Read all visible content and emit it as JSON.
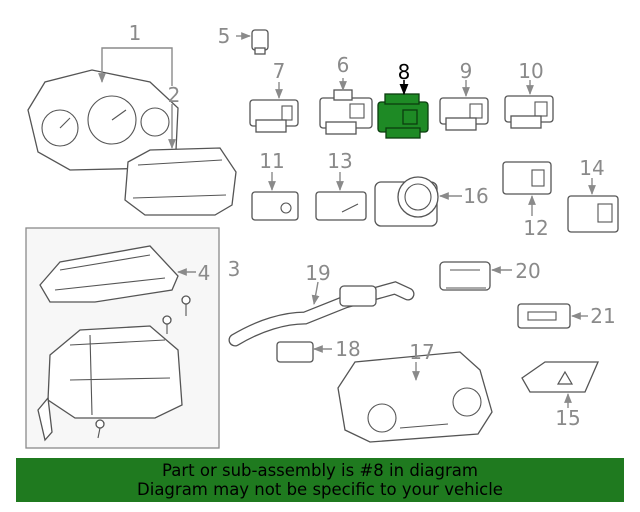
{
  "callouts": [
    "1",
    "2",
    "3",
    "4",
    "5",
    "6",
    "7",
    "8",
    "9",
    "10",
    "11",
    "12",
    "13",
    "14",
    "15",
    "16",
    "17",
    "18",
    "19",
    "20",
    "21"
  ],
  "highlighted_part": "8",
  "colors": {
    "highlight": "#1e8a25",
    "banner": "#1f7a1f",
    "label": "#8a8a8a",
    "label_highlight": "#000000"
  },
  "banner": {
    "line1": "Part or sub-assembly is #8 in diagram",
    "line2": "Diagram may not be specific to your vehicle"
  }
}
